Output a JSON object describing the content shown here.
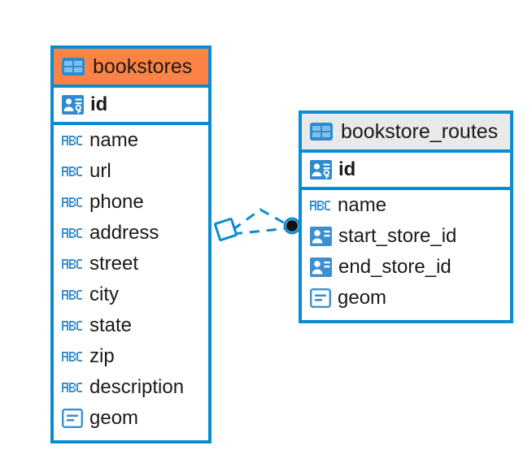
{
  "diagram": {
    "type": "entity-relationship-diagram",
    "colors": {
      "border": "#0a8cd2",
      "header_accent": "#fd8246",
      "header_neutral": "#e9e9e9",
      "icon_blue": "#3d90d0",
      "connector": "#0a8cd2",
      "connector_endpoint": "#111111",
      "text": "#1a1a1a",
      "background": "#ffffff"
    },
    "entities": [
      {
        "name": "bookstores",
        "header_icon": "table-icon",
        "header_style": "accent",
        "fields": [
          {
            "label": "id",
            "icon": "primary-key-icon",
            "role": "primary-key"
          },
          {
            "label": "name",
            "icon": "abc-text-icon",
            "role": "text"
          },
          {
            "label": "url",
            "icon": "abc-text-icon",
            "role": "text"
          },
          {
            "label": "phone",
            "icon": "abc-text-icon",
            "role": "text"
          },
          {
            "label": "address",
            "icon": "abc-text-icon",
            "role": "text"
          },
          {
            "label": "street",
            "icon": "abc-text-icon",
            "role": "text"
          },
          {
            "label": "city",
            "icon": "abc-text-icon",
            "role": "text"
          },
          {
            "label": "state",
            "icon": "abc-text-icon",
            "role": "text"
          },
          {
            "label": "zip",
            "icon": "abc-text-icon",
            "role": "text"
          },
          {
            "label": "description",
            "icon": "abc-text-icon",
            "role": "text"
          },
          {
            "label": "geom",
            "icon": "geometry-icon",
            "role": "geometry"
          }
        ]
      },
      {
        "name": "bookstore_routes",
        "header_icon": "table-icon",
        "header_style": "neutral",
        "fields": [
          {
            "label": "id",
            "icon": "primary-key-icon",
            "role": "primary-key"
          },
          {
            "label": "name",
            "icon": "abc-text-icon",
            "role": "text"
          },
          {
            "label": "start_store_id",
            "icon": "foreign-key-icon",
            "role": "foreign-key"
          },
          {
            "label": "end_store_id",
            "icon": "foreign-key-icon",
            "role": "foreign-key"
          },
          {
            "label": "geom",
            "icon": "geometry-icon",
            "role": "geometry"
          }
        ]
      }
    ],
    "relationship": {
      "style": "dashed",
      "source_marker": "diamond-outline",
      "target_marker": "filled-circle",
      "branches": 2
    }
  }
}
